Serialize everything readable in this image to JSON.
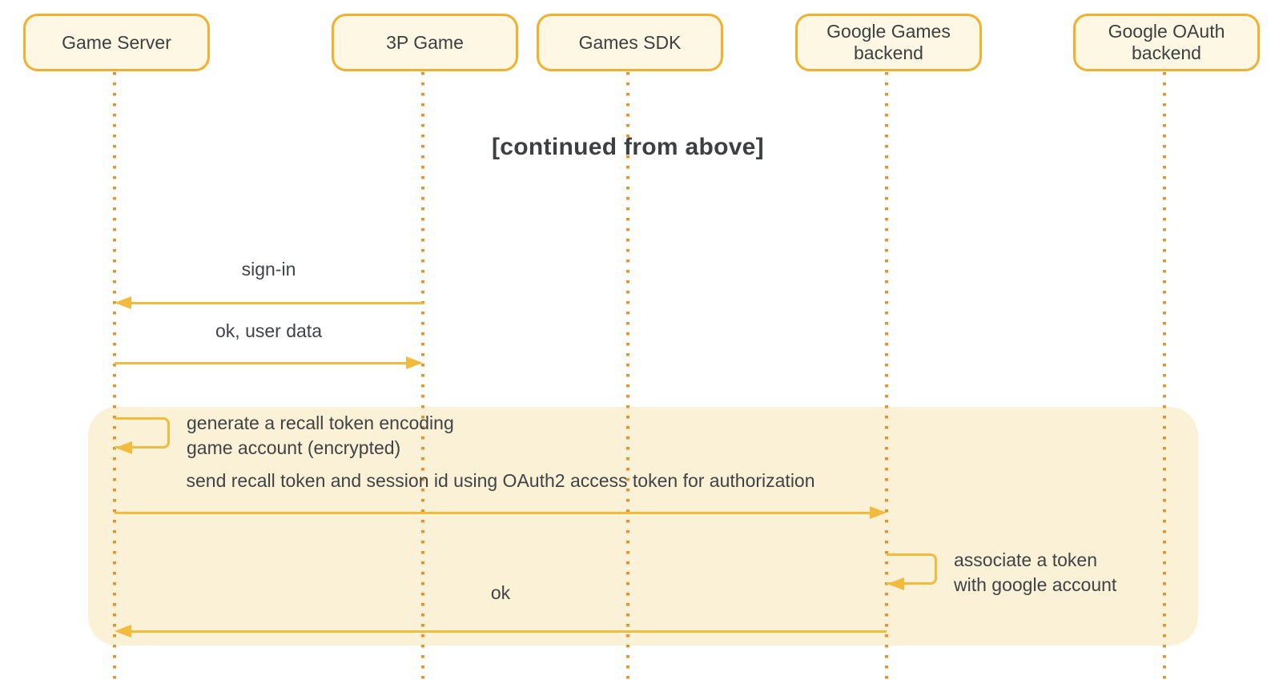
{
  "theme": {
    "canvas-bg": "#ffffff",
    "actor-fill": "#fdf7e3",
    "actor-border": "#f2b02c",
    "region-fill": "#fbf1d6",
    "arrow": "#f2bb3d",
    "lifeline": "#e8912f",
    "text": "#3f4347",
    "title-text": "#3c4043"
  },
  "diagram": {
    "title": "[continued from above]",
    "actors": [
      {
        "id": "game-server",
        "label": "Game Server"
      },
      {
        "id": "3p-game",
        "label": "3P Game"
      },
      {
        "id": "games-sdk",
        "label": "Games SDK"
      },
      {
        "id": "google-games-backend",
        "label": "Google Games backend"
      },
      {
        "id": "google-oauth-backend",
        "label": "Google OAuth backend"
      }
    ],
    "messages": [
      {
        "type": "arrow",
        "from": "3p-game",
        "to": "game-server",
        "label": "sign-in"
      },
      {
        "type": "arrow",
        "from": "game-server",
        "to": "3p-game",
        "label": "ok, user data"
      },
      {
        "type": "self",
        "actor": "game-server",
        "lines": [
          "generate a recall token encoding",
          "game account (encrypted)"
        ]
      },
      {
        "type": "arrow",
        "from": "game-server",
        "to": "google-games-backend",
        "label": "send recall token and session id using OAuth2 access token for authorization"
      },
      {
        "type": "self",
        "actor": "google-games-backend",
        "lines": [
          "associate a token",
          "with google account"
        ]
      },
      {
        "type": "arrow",
        "from": "google-games-backend",
        "to": "game-server",
        "label": "ok"
      }
    ]
  }
}
